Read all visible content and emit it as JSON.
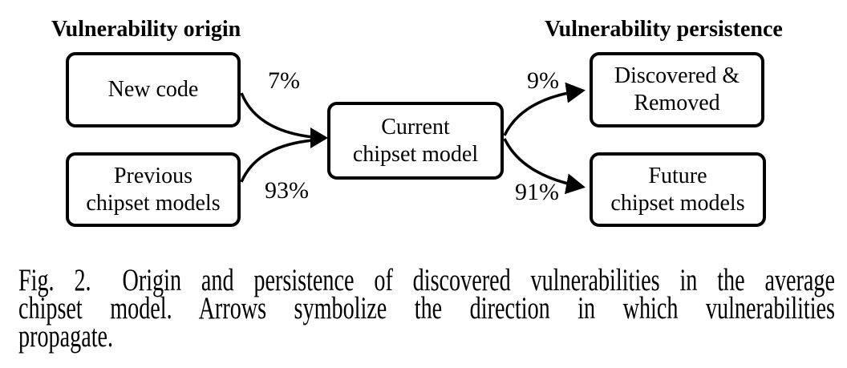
{
  "figure": {
    "headings": {
      "origin": "Vulnerability origin",
      "persistence": "Vulnerability persistence"
    },
    "nodes": {
      "new_code": "New code",
      "previous": "Previous\nchipset models",
      "current": "Current\nchipset model",
      "discovered": "Discovered &\nRemoved",
      "future": "Future\nchipset models"
    },
    "edges": [
      {
        "from": "New code",
        "to": "Current chipset model",
        "label": "7%"
      },
      {
        "from": "Previous chipset models",
        "to": "Current chipset model",
        "label": "93%"
      },
      {
        "from": "Current chipset model",
        "to": "Discovered & Removed",
        "label": "9%"
      },
      {
        "from": "Current chipset model",
        "to": "Future chipset models",
        "label": "91%"
      }
    ],
    "colors": {
      "ink": "#000000",
      "background": "#ffffff"
    }
  },
  "caption": {
    "lines": [
      "Fig. 2.  Origin and persistence of discovered vulnerabilities in the average",
      "chipset model. Arrows symbolize the direction in which vulnerabilities",
      "propagate."
    ]
  }
}
